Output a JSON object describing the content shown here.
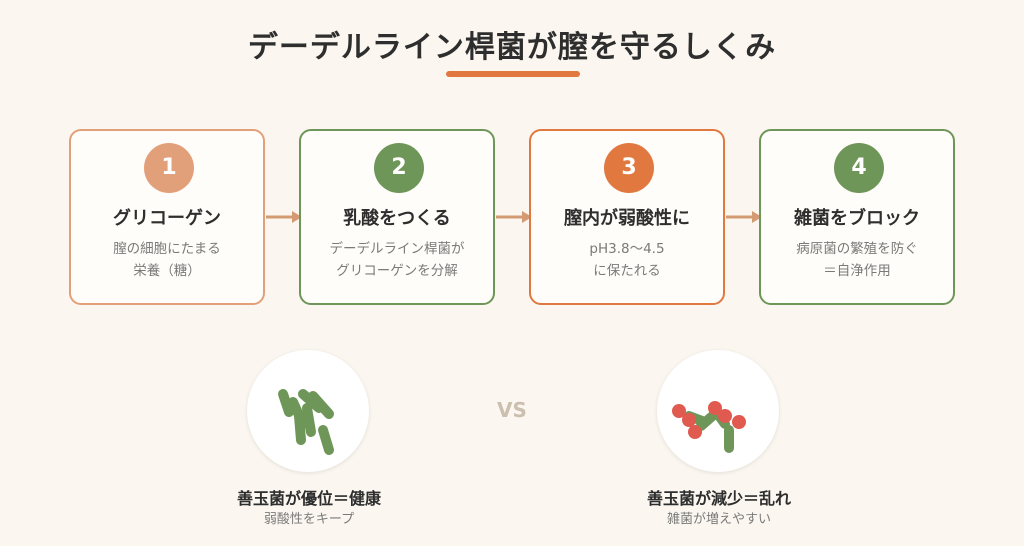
{
  "title": "デーデルライン桿菌が膣を守るしくみ",
  "colors": {
    "accent": "#e07840",
    "step1": "#e2a07a",
    "step2": "#6e9658",
    "step3": "#e07840",
    "step4": "#6e9658",
    "bacteria_good": "#6e9658",
    "bacteria_bad": "#e05a50"
  },
  "steps": [
    {
      "number": "1",
      "heading": "グリコーゲン",
      "desc": "膣の細胞にたまる\n栄養（糖）"
    },
    {
      "number": "2",
      "heading": "乳酸をつくる",
      "desc": "デーデルライン桿菌が\nグリコーゲンを分解"
    },
    {
      "number": "3",
      "heading": "膣内が弱酸性に",
      "desc": "pH3.8〜4.5\nに保たれる"
    },
    {
      "number": "4",
      "heading": "雑菌をブロック",
      "desc": "病原菌の繁殖を防ぐ\n＝自浄作用"
    }
  ],
  "comparison": {
    "vs": "VS",
    "left": {
      "title": "善玉菌が優位＝健康",
      "subtitle": "弱酸性をキープ"
    },
    "right": {
      "title": "善玉菌が減少＝乱れ",
      "subtitle": "雑菌が増えやすい"
    }
  }
}
